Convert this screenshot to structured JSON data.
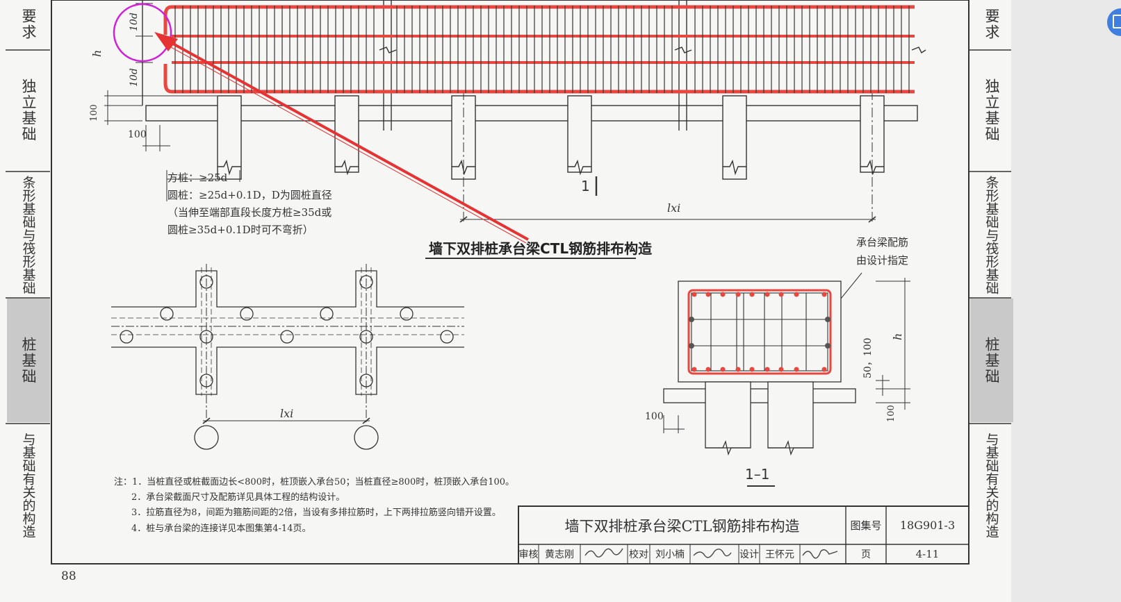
{
  "side_tabs": [
    "要求",
    "独立基础",
    "条形基础与筏形基础",
    "桩基础",
    "与基础有关的构造"
  ],
  "active_tab": "桩基础",
  "page_number": "88",
  "elevation": {
    "dim_10d_top": "10d",
    "dim_h": "h",
    "dim_10d_bottom": "10d",
    "dim_100_vertical": "100",
    "dim_100_horizontal": "100",
    "anchorage_notes": [
      "方桩：≥25d",
      "圆桩：≥25d+0.1D，D为圆桩直径",
      "（当伸至端部直段长度方桩≥35d或",
      "圆桩≥35d+0.1D时可不弯折）"
    ],
    "section_mark": "1",
    "span_label": "lxi"
  },
  "main_title": "墙下双排桩承台梁CTL钢筋排布构造",
  "plan": {
    "span_label": "lxi"
  },
  "section": {
    "note_line1": "承台梁配筋",
    "note_line2": "由设计指定",
    "dim_h": "h",
    "dim_50_100": "50，100",
    "dim_100_vertical": "100",
    "dim_100_horizontal": "100",
    "label": "1–1"
  },
  "notes": [
    "注：1．当桩直径或桩截面边长<800时，桩顶嵌入承台50；当桩直径≥800时，桩顶嵌入承台100。",
    "2．承台梁截面尺寸及配筋详见具体工程的结构设计。",
    "3．拉筋直径为8，间距为箍筋间距的2倍，当设有多排拉筋时，上下两排拉筋竖向错开设置。",
    "4．桩与承台梁的连接详见本图集第4-14页。"
  ],
  "title_block": {
    "title": "墙下双排桩承台梁CTL钢筋排布构造",
    "atlas_label": "图集号",
    "atlas_no": "18G901-3",
    "review_label": "审核",
    "reviewer": "黄志刚",
    "check_label": "校对",
    "checker": "刘小楠",
    "design_label": "设计",
    "designer": "王怀元",
    "page_label": "页",
    "page_value": "4-11"
  },
  "colors": {
    "rebar": "#e8473f",
    "annotation_circle": "#d020d8",
    "arrow": "#e63232",
    "line": "#333333"
  }
}
